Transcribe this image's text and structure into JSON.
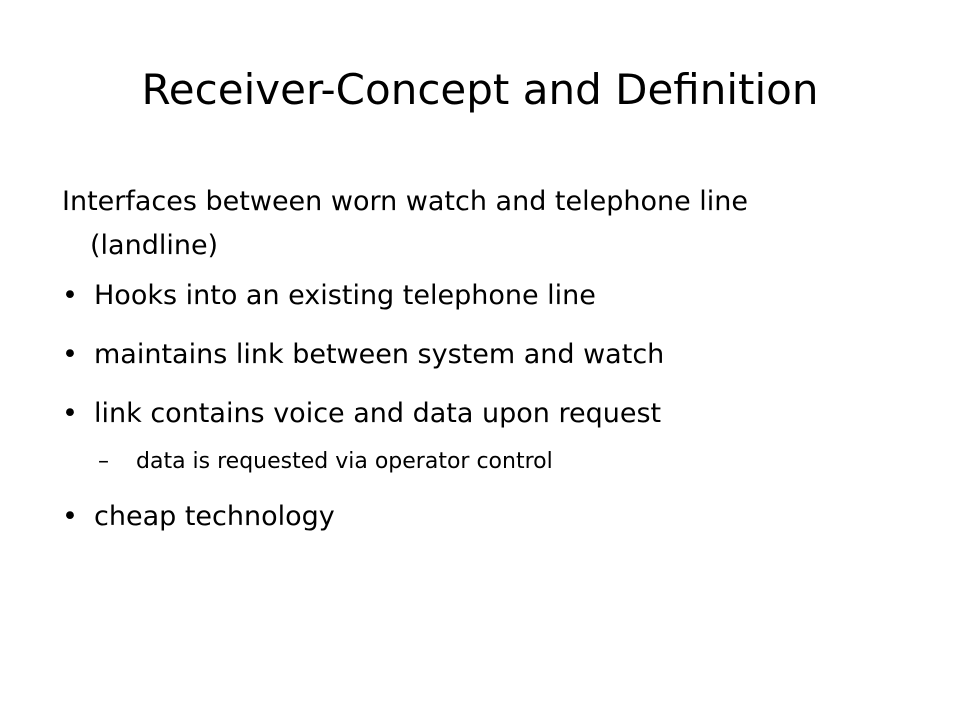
{
  "slide": {
    "title": "Receiver-Concept and Definition",
    "intro": "Interfaces between worn watch and telephone line (landline)",
    "bullet_marker": "•",
    "sub_marker": "–",
    "bullets": [
      "Hooks into an existing telephone line",
      "maintains link between system and watch",
      "link contains voice and data upon request",
      "cheap technology"
    ],
    "sub_bullets": [
      "data is requested via operator control"
    ]
  }
}
